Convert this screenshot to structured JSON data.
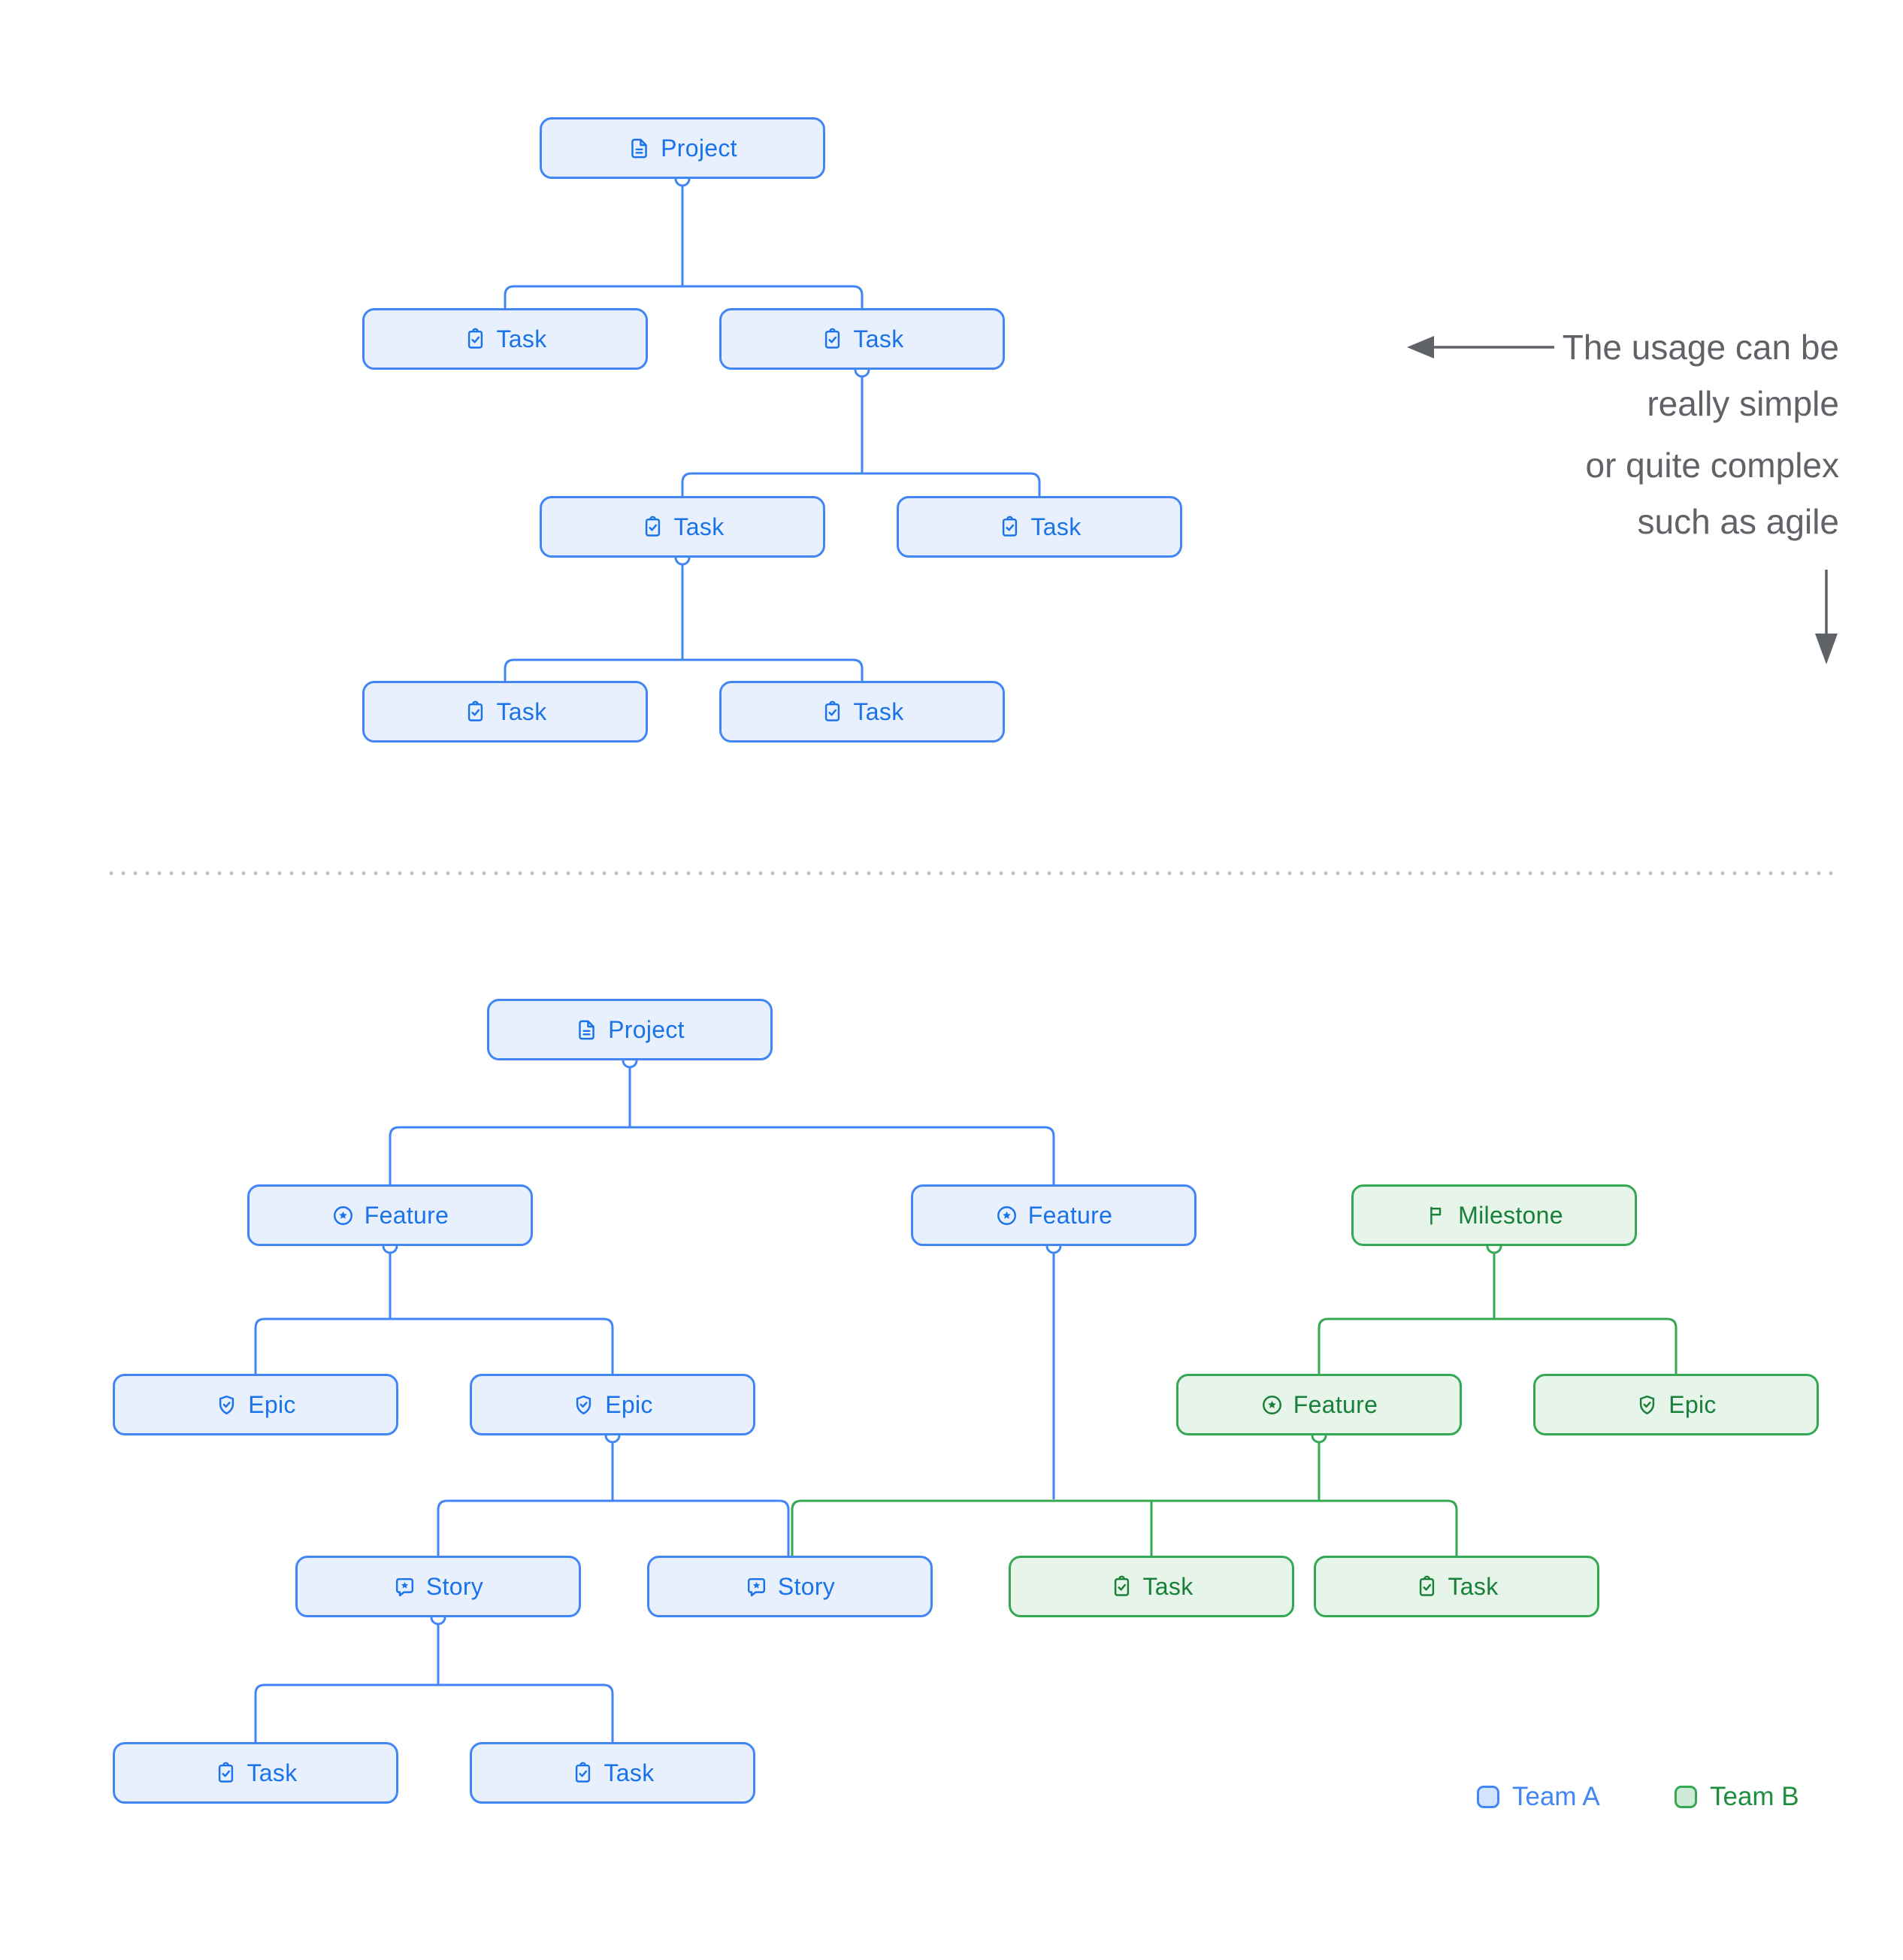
{
  "labels": {
    "project": "Project",
    "task": "Task",
    "feature": "Feature",
    "epic": "Epic",
    "story": "Story",
    "milestone": "Milestone"
  },
  "annotation": {
    "simple": [
      "The usage can be",
      "really simple"
    ],
    "complex": [
      "or quite complex",
      "such as agile"
    ]
  },
  "legend": {
    "team_a": "Team A",
    "team_b": "Team B"
  },
  "colors": {
    "team_a_border": "#4285F4",
    "team_a_fill": "#E8F0FE",
    "team_a_text": "#1A73E8",
    "team_b_border": "#34A853",
    "team_b_fill": "#E6F4EA",
    "team_b_text": "#188038",
    "legend_a_text": "#4285F4",
    "legend_b_text": "#1E8E3E",
    "legend_a_fill": "#D2E3FC",
    "legend_b_fill": "#CEEAD6",
    "annotation": "#5F6368",
    "divider": "#BDC1C6"
  }
}
